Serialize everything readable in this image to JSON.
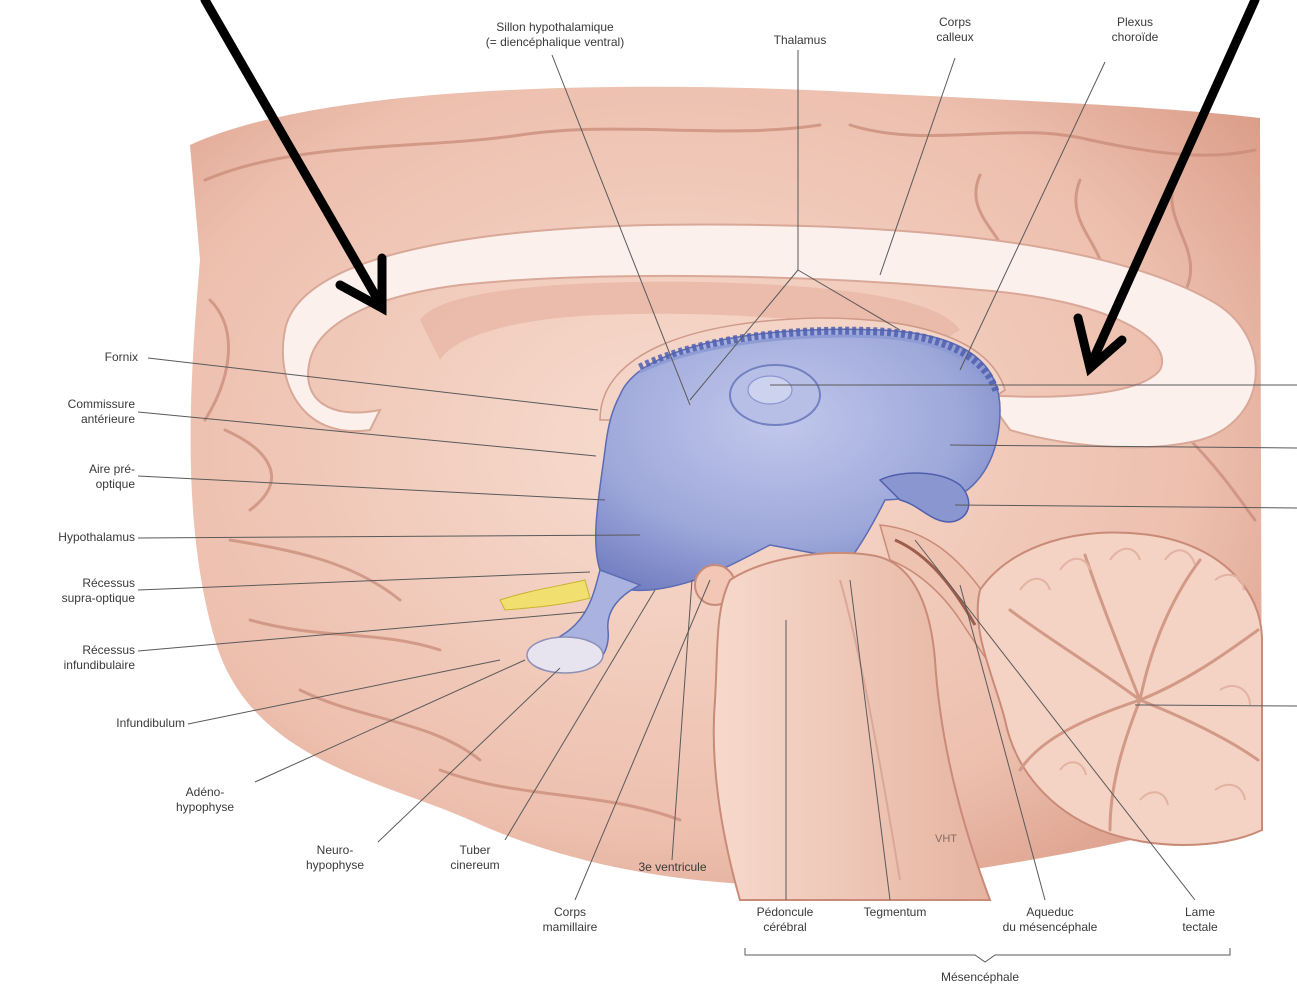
{
  "diagram": {
    "labels": {
      "sillon": [
        "Sillon hypothalamique",
        "(= diencéphalique ventral)"
      ],
      "thalamus": [
        "Thalamus"
      ],
      "corps_calleux": [
        "Corps",
        "calleux"
      ],
      "plexus": [
        "Plexus",
        "choroïde"
      ],
      "fornix": [
        "Fornix"
      ],
      "commissure": [
        "Commissure",
        "antérieure"
      ],
      "aire": [
        "Aire pré-",
        "optique"
      ],
      "hypothalamus": [
        "Hypothalamus"
      ],
      "recessus_supra": [
        "Récessus",
        "supra-optique"
      ],
      "recessus_infund": [
        "Récessus",
        "infundibulaire"
      ],
      "infundibulum": [
        "Infundibulum"
      ],
      "adeno": [
        "Adéno-",
        "hypophyse"
      ],
      "neuro": [
        "Neuro-",
        "hypophyse"
      ],
      "tuber": [
        "Tuber",
        "cinereum"
      ],
      "ventricule": [
        "3e ventricule"
      ],
      "mamillaire": [
        "Corps",
        "mamillaire"
      ],
      "pedoncule": [
        "Pédoncule",
        "cérébral"
      ],
      "tegmentum": [
        "Tegmentum"
      ],
      "aqueduc": [
        "Aqueduc",
        "du mésencéphale"
      ],
      "lame": [
        "Lame",
        "tectale"
      ],
      "mesencephale": [
        "Mésencéphale"
      ],
      "signature": "VHT"
    },
    "colors": {
      "brain_fill": "#f1c9b9",
      "brain_dark": "#c98b78",
      "white_matter": "#fbf0ec",
      "ventricle": "#9aa6d6",
      "ventricle_dark": "#5c6cb4",
      "arrow": "#000000",
      "leader": "#555555"
    }
  }
}
